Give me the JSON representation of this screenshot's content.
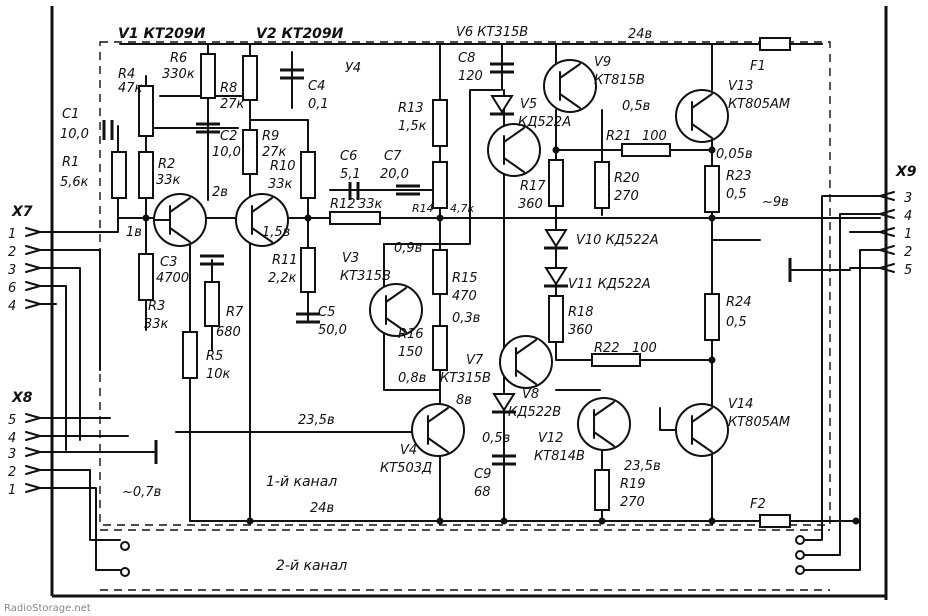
{
  "diagram": {
    "header": {
      "v1": "V1 КТ209И",
      "v2": "V2 КТ209И",
      "v6": "V6 КТ315В",
      "supply_top": "24в",
      "u4": "У4"
    },
    "components": {
      "r4": "R4",
      "r4v": "47к",
      "r6": "R6",
      "r6v": "330к",
      "r8": "R8",
      "r8v": "27к",
      "c4": "C4",
      "c4v": "0,1",
      "c2": "C2",
      "c2v": "10,0",
      "r9": "R9",
      "r9v": "27к",
      "c1": "C1",
      "c1v": "10,0",
      "r1": "R1",
      "r1v": "5,6к",
      "r2": "R2",
      "r2v": "33к",
      "c3": "C3",
      "c3v": "4700",
      "r3": "R3",
      "r3v": "33к",
      "r7": "R7",
      "r7v": "680",
      "r5": "R5",
      "r5v": "10к",
      "r10": "R10",
      "r10v": "33к",
      "c6": "C6",
      "c6v": "5,1",
      "c7": "C7",
      "c7v": "20,0",
      "r12": "R12",
      "r12v": "33к",
      "r14": "R14",
      "r14v": "4,7к",
      "r11": "R11",
      "r11v": "2,2к",
      "c5": "C5",
      "c5v": "50,0",
      "c8": "C8",
      "c8v": "120",
      "r13": "R13",
      "r13v": "1,5к",
      "v3": "V3",
      "v3t": "КТ315В",
      "r15": "R15",
      "r15v": "470",
      "r16": "R16",
      "r16v": "150",
      "v4": "V4",
      "v4t": "КТ503Д",
      "v9": "V9",
      "v9t": "КТ815В",
      "v5": "V5",
      "v5t": "КД522А",
      "r17": "R17",
      "r17v": "360",
      "r20": "R20",
      "r20v": "270",
      "r21": "R21",
      "r21v": "100",
      "v10": "V10 КД522А",
      "v11": "V11 КД522А",
      "r18": "R18",
      "r18v": "360",
      "r22": "R22",
      "r22v": "100",
      "v7": "V7",
      "v7t": "КТ315В",
      "v8": "V8",
      "v8t": "КД522В",
      "c9": "C9",
      "c9v": "68",
      "v12": "V12",
      "v12t": "КТ814В",
      "r19": "R19",
      "r19v": "270",
      "v13": "V13",
      "v13t": "КТ805АМ",
      "v14": "V14",
      "v14t": "КТ805АМ",
      "r23": "R23",
      "r23v": "0,5",
      "r24": "R24",
      "r24v": "0,5",
      "f1": "F1",
      "f2": "F2"
    },
    "voltages": {
      "v2_8": "2в",
      "v1_8": "1в",
      "v15_8": "1,5в",
      "v09": "0,9в",
      "v03": "0,3в",
      "v08": "0,8в",
      "v8": "8в",
      "v235": "23,5в",
      "v235b": "23,5в",
      "v05": "0,5в",
      "v005": "0,05в",
      "v05b": "0,5в",
      "vm9": "~9в",
      "vm07": "~0,7в",
      "v24b": "24в"
    },
    "connectors": {
      "x7": "Х7",
      "x7_pins": [
        "1",
        "2",
        "3",
        "6",
        "4"
      ],
      "x8": "Х8",
      "x8_pins": [
        "5",
        "4",
        "3",
        "2",
        "1"
      ],
      "x9": "Х9",
      "x9_pins": [
        "3",
        "4",
        "1",
        "2",
        "5"
      ]
    },
    "channels": {
      "ch1": "1-й канал",
      "ch2": "2-й канал"
    },
    "watermark": "RadioStorage.net"
  }
}
